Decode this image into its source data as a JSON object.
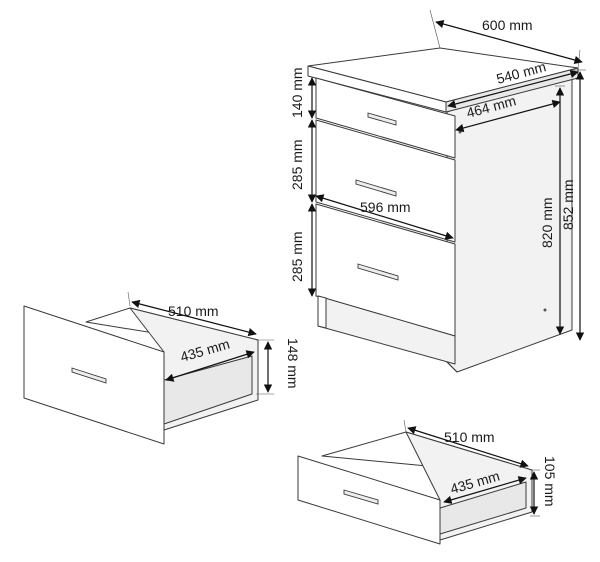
{
  "dimensions": {
    "cabinet_width": "600 mm",
    "cabinet_depth_top": "540 mm",
    "cabinet_depth_inner": "464 mm",
    "drawer1_height": "140 mm",
    "drawer2_height": "285 mm",
    "drawer3_height": "285 mm",
    "front_width": "596 mm",
    "body_height": "820 mm",
    "total_height": "852 mm",
    "drawer_large_depth": "510 mm",
    "drawer_large_width": "435 mm",
    "drawer_large_height": "148 mm",
    "drawer_small_depth": "510 mm",
    "drawer_small_width": "435 mm",
    "drawer_small_height": "105 mm"
  },
  "colors": {
    "outline": "#3a3a3a",
    "panel": "#ffffff",
    "arrow": "#111111"
  }
}
